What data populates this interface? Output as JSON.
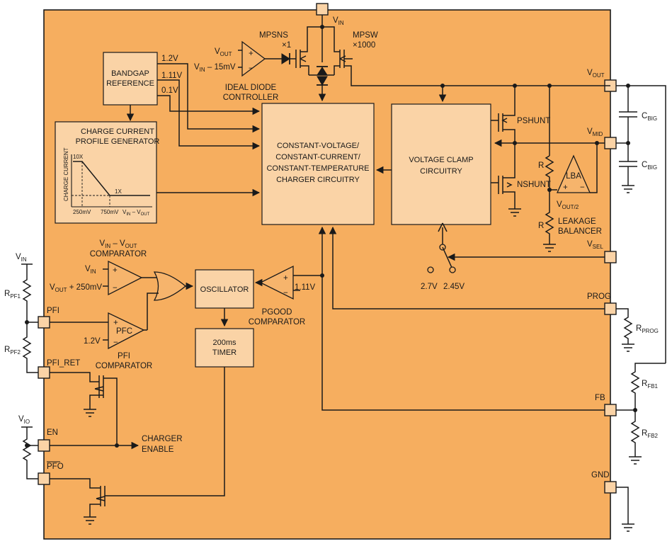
{
  "colors": {
    "chip": "#f6ae5f",
    "block": "#fad3a6",
    "wire": "#1a1a1a",
    "background": "#ffffff"
  },
  "pins": {
    "vin": "V",
    "vin_sub": "IN",
    "vout": "V",
    "vout_sub": "OUT",
    "vmid": "V",
    "vmid_sub": "MID",
    "vsel": "V",
    "vsel_sub": "SEL",
    "prog": "PROG",
    "fb": "FB",
    "gnd": "GND",
    "pfi": "PFI",
    "pfi_ret": "PFI_RET",
    "en": "EN",
    "pfo": "PFO"
  },
  "blocks": {
    "bandgap": [
      "BANDGAP",
      "REFERENCE"
    ],
    "profile": [
      "CHARGE CURRENT",
      "PROFILE GENERATOR"
    ],
    "charger": [
      "CONSTANT-VOLTAGE/",
      "CONSTANT-CURRENT/",
      "CONSTANT-TEMPERATURE",
      "CHARGER CIRCUITRY"
    ],
    "clamp": [
      "VOLTAGE CLAMP",
      "CIRCUITRY"
    ],
    "oscillator": "OSCILLATOR",
    "timer": [
      "200ms",
      "TIMER"
    ]
  },
  "bandgap_outputs": [
    "1.2V",
    "1.11V",
    "0.1V"
  ],
  "profile_graph": {
    "ylabel": "CHARGE CURRENT",
    "level_high": "10X",
    "level_low": "1X",
    "tick1": "250mV",
    "tick2": "750mV",
    "xlabel": "V",
    "xlabel_sub1": "IN",
    "xlabel_mid": " – V",
    "xlabel_sub2": "OUT"
  },
  "ideal_diode": {
    "input_pos": "V",
    "input_pos_sub": "OUT",
    "input_neg": "V",
    "input_neg_sub": "IN",
    "input_neg_suffix": " – 15mV",
    "label": [
      "IDEAL DIODE",
      "CONTROLLER"
    ],
    "mpsns": "MPSNS",
    "mpsns_ratio": "×1",
    "mpsw": "MPSW",
    "mpsw_ratio": "×1000"
  },
  "shunt": {
    "pshunt": "PSHUNT",
    "nshunt": "NSHUNT"
  },
  "leakage": {
    "r1": "R",
    "r2": "R",
    "lba": "LBA",
    "half": "V",
    "half_sub": "OUT/2",
    "label": [
      "LEAKAGE",
      "BALANCER"
    ]
  },
  "vsel_options": [
    "2.7V",
    "2.45V"
  ],
  "vin_vout_comp": {
    "title1": "V",
    "title1_sub1": "IN",
    "title1_mid": " – V",
    "title1_sub2": "OUT",
    "title2": "COMPARATOR",
    "in_pos": "V",
    "in_pos_sub": "IN",
    "in_neg": "V",
    "in_neg_sub": "OUT",
    "in_neg_suffix": " + 250mV"
  },
  "pfi_comp": {
    "name": "PFC",
    "ref": "1.2V",
    "label": [
      "PFI",
      "COMPARATOR"
    ]
  },
  "pgood_comp": {
    "ref": "1.11V",
    "label": [
      "PGOOD",
      "COMPARATOR"
    ]
  },
  "charger_enable": [
    "CHARGER",
    "ENABLE"
  ],
  "external": {
    "vin": "V",
    "vin_sub": "IN",
    "vio": "V",
    "vio_sub": "IO",
    "rpf1": "R",
    "rpf1_sub": "PF1",
    "rpf2": "R",
    "rpf2_sub": "PF2",
    "cbig1": "C",
    "cbig1_sub": "BIG",
    "cbig2": "C",
    "cbig2_sub": "BIG",
    "rprog": "R",
    "rprog_sub": "PROG",
    "rfb1": "R",
    "rfb1_sub": "FB1",
    "rfb2": "R",
    "rfb2_sub": "FB2"
  }
}
